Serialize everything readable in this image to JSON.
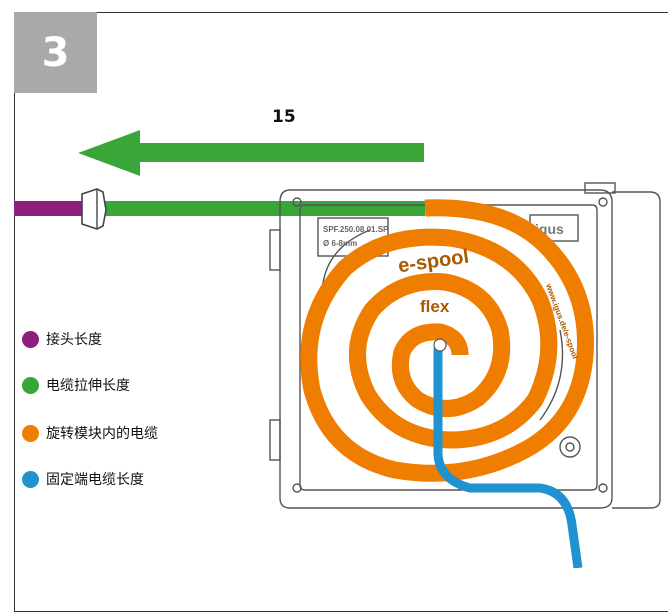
{
  "step": {
    "number": "3",
    "badge_color": "#a9a9a9"
  },
  "pull_length": "15",
  "device": {
    "part_number": "SPF.250.08.01.SP",
    "diameter": "Ø 6-8mm",
    "brand_top": "igus",
    "brand_text": "e-spool",
    "product_word": "flex",
    "side_text": "www.igus.de/e-spool"
  },
  "colors": {
    "purple": "#8e1f7d",
    "green": "#3aa639",
    "orange": "#ef7d00",
    "blue": "#1f93d2"
  },
  "legend": [
    {
      "label": "接头长度",
      "color": "#8e1f7d"
    },
    {
      "label": "电缆拉伸长度",
      "color": "#3aa639"
    },
    {
      "label": "旋转模块内的电缆",
      "color": "#ef7d00"
    },
    {
      "label": "固定端电缆长度",
      "color": "#1f93d2"
    }
  ]
}
